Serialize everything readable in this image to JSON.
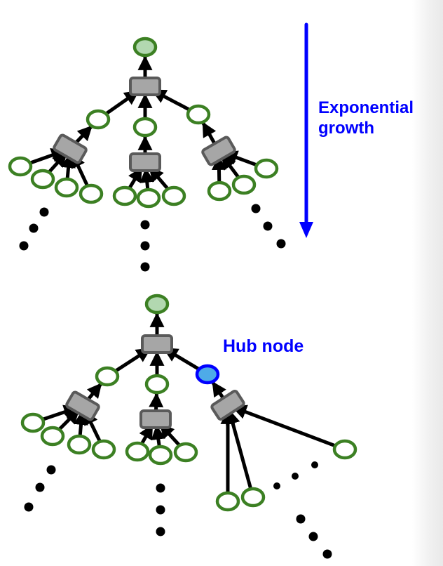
{
  "labels": {
    "exponential_line1": "Exponential",
    "exponential_line2": "growth",
    "hub": "Hub node"
  },
  "colors": {
    "node_stroke": "#3c8023",
    "root_fill": "#b2d8b0",
    "hub_fill": "#4eabe8",
    "hub_stroke": "#0000ff",
    "factor_fill": "#a6a6a6",
    "factor_stroke": "#5a5a5a",
    "edge": "#000000",
    "growth_arrow": "#0000ff"
  },
  "trees": [
    {
      "name": "normal-tree",
      "has_hub": false
    },
    {
      "name": "hub-tree",
      "has_hub": true
    }
  ]
}
